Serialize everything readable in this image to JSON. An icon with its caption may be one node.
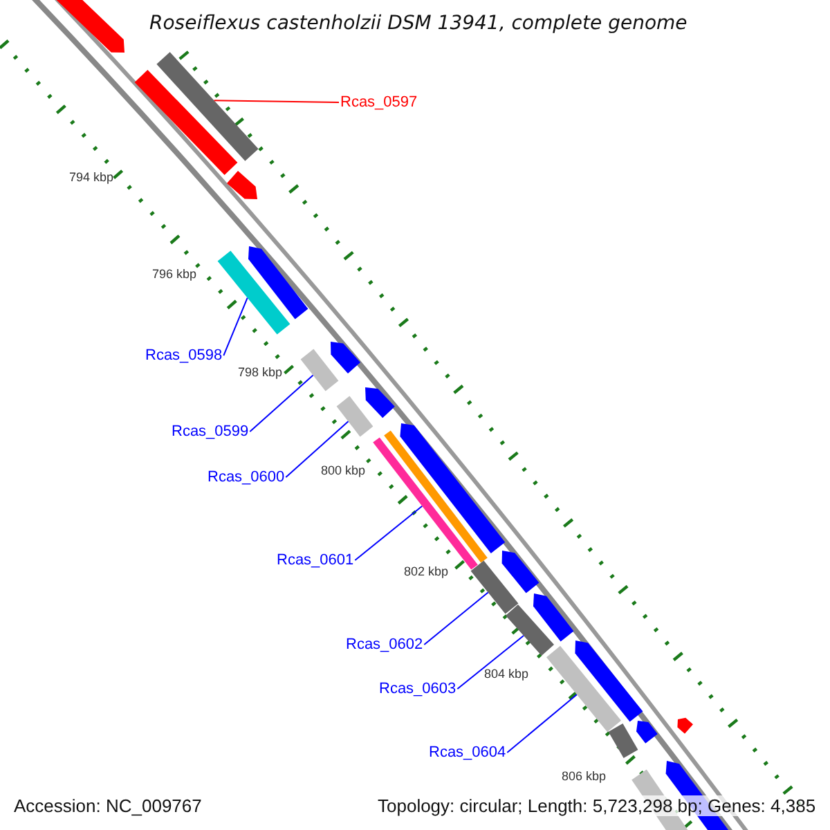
{
  "diagram": {
    "title": "Roseiflexus castenholzii DSM 13941, complete genome",
    "nodes": [
      {
        "text": [
          "Rcas_0597"
        ]
      },
      {
        "text": [],
        "shape": "bar"
      },
      {
        "text": [
          "Rcas_0598"
        ]
      },
      {
        "text": [],
        "shape": "bar"
      },
      {
        "text": [
          "Rcas_0599"
        ]
      },
      {
        "text": [],
        "shape": "bar"
      },
      {
        "text": [
          "Rcas_0600"
        ]
      },
      {
        "text": [],
        "shape": "bar"
      },
      {
        "text": [
          "Rcas_0601"
        ]
      },
      {
        "text": [],
        "shape": "bar"
      },
      {
        "text": [
          "Rcas_0602"
        ]
      },
      {
        "text": [],
        "shape": "bar"
      },
      {
        "text": [
          "Rcas_0603"
        ]
      },
      {
        "text": [],
        "shape": "bar"
      },
      {
        "text": [
          "Rcas_0604"
        ]
      },
      {
        "text": [],
        "shape": "bar"
      },
      {
        "text": [],
        "shape": "arrow"
      },
      {
        "text": [],
        "shape": "bar"
      },
      {
        "text": [],
        "shape": "arrow"
      },
      {
        "text": [],
        "shape": "arrow"
      },
      {
        "text": [],
        "shape": "arrow"
      },
      {
        "text": [],
        "shape": "arrow"
      },
      {
        "text": [],
        "shape": "arrow"
      },
      {
        "text": [],
        "shape": "bar"
      },
      {
        "text": [],
        "shape": "arrow"
      },
      {
        "text": [],
        "shape": "arrow"
      },
      {
        "text": [],
        "shape": "arrow"
      },
      {
        "text": [],
        "shape": "bar"
      },
      {
        "text": [],
        "shape": "arrow"
      },
      {
        "text": [],
        "shape": "arrow"
      },
      {
        "text": [],
        "shape": "bar"
      },
      {
        "text": [],
        "shape": "arrow"
      }
    ],
    "edges": [
      {
        "from": 0,
        "to": 1,
        "arrow": "none",
        "color": "#ff0000"
      },
      {
        "from": 2,
        "to": 3,
        "arrow": "none"
      },
      {
        "from": 4,
        "to": 5,
        "arrow": "none"
      },
      {
        "from": 6,
        "to": 7,
        "arrow": "none"
      },
      {
        "from": 8,
        "to": 9,
        "arrow": "none"
      },
      {
        "from": 10,
        "to": 11,
        "arrow": "none"
      },
      {
        "from": 12,
        "to": 13,
        "arrow": "none"
      },
      {
        "from": 14,
        "to": 15,
        "arrow": "none"
      }
    ],
    "labels": [
      "794 kbp",
      "796 kbp",
      "798 kbp",
      "800 kbp",
      "802 kbp",
      "804 kbp",
      "806 kbp",
      "Accession: NC_009767",
      "Topology: circular; Length: 5,723,298 bp; Genes: 4,385"
    ]
  }
}
